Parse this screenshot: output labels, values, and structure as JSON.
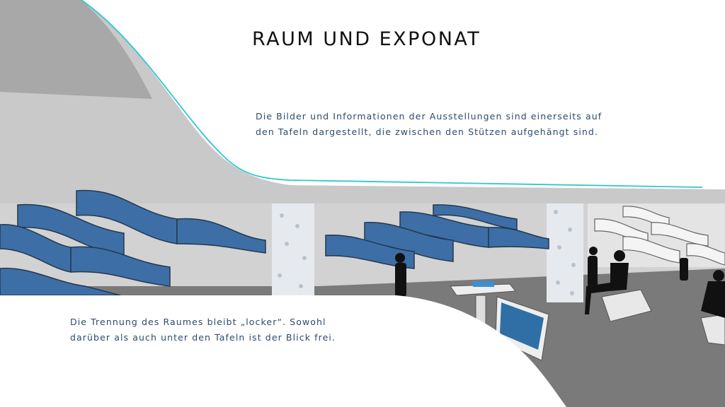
{
  "slide": {
    "title": "RAUM UND EXPONAT",
    "paragraph_top": [
      "Die Bilder und Informationen der Ausstellungen sind einerseits auf",
      "den Tafeln dargestellt, die zwischen den Stützen aufgehängt sind."
    ],
    "paragraph_bottom": [
      "Die Trennung des Raumes bleibt „locker“. Sowohl",
      "darüber als auch unter den Tafeln ist der Blick frei."
    ]
  },
  "colors": {
    "accent_line": "#2ec8d0",
    "panel_blue": "#3d6fa6",
    "text": "#2d4a6e"
  }
}
